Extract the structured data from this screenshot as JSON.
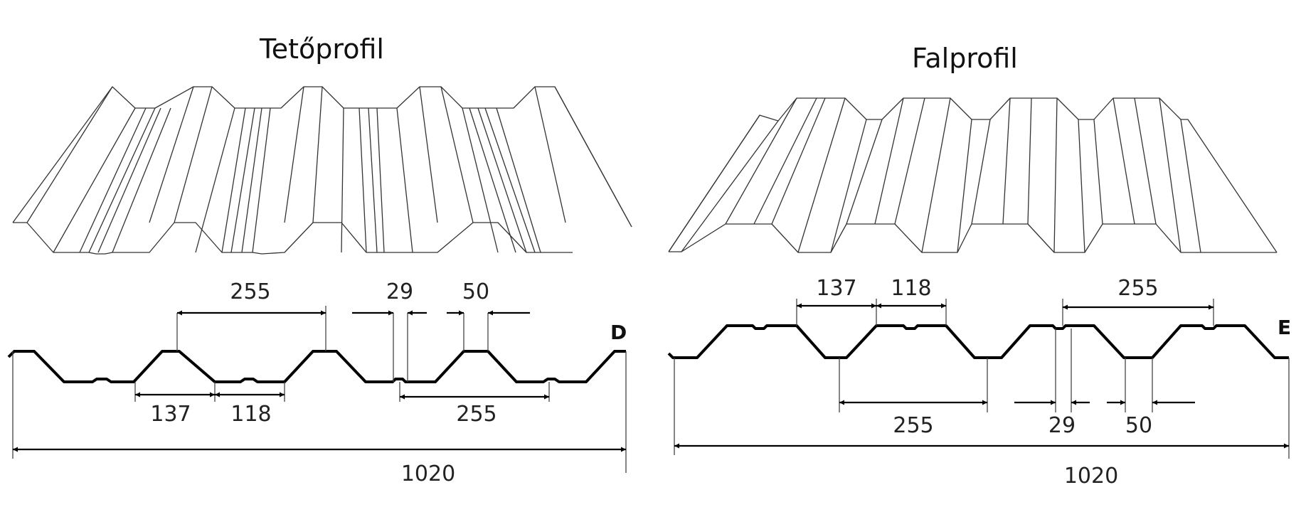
{
  "panels": [
    {
      "title": "Tetőprofil",
      "letter": "D",
      "dims": {
        "pitch_top": "255",
        "top_flat": "29",
        "rib_top": "50",
        "rib_bottom": "137",
        "pan": "118",
        "pitch_bottom": "255",
        "total": "1020"
      }
    },
    {
      "title": "Falprofil",
      "letter": "E",
      "dims": {
        "rib_bottom": "137",
        "pan": "118",
        "pitch_top": "255",
        "pitch_bottom": "255",
        "bottom_flat": "29",
        "rib_top": "50",
        "total": "1020"
      }
    }
  ],
  "icons": [
    "roof-profile-drawing",
    "wall-profile-drawing"
  ]
}
